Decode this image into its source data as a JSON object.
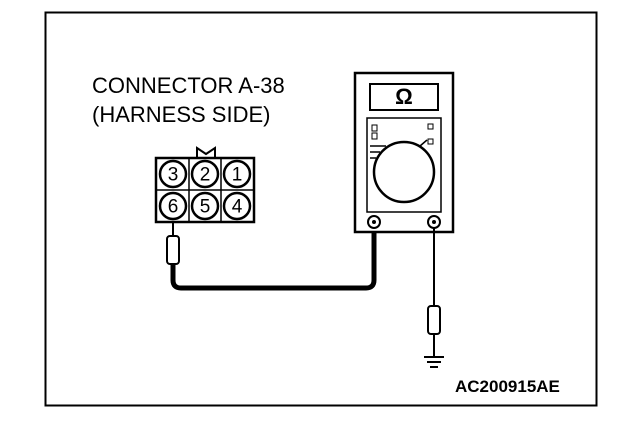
{
  "diagram": {
    "connector_title": "CONNECTOR A-38",
    "connector_subtitle": "(HARNESS SIDE)",
    "meter_symbol": "Ω",
    "figure_code": "AC200915AE",
    "connector_pins": {
      "top_row": [
        "3",
        "2",
        "1"
      ],
      "bottom_row": [
        "6",
        "5",
        "4"
      ]
    },
    "icons": [
      "ohmmeter-icon",
      "probe-icon",
      "ground-icon"
    ]
  }
}
